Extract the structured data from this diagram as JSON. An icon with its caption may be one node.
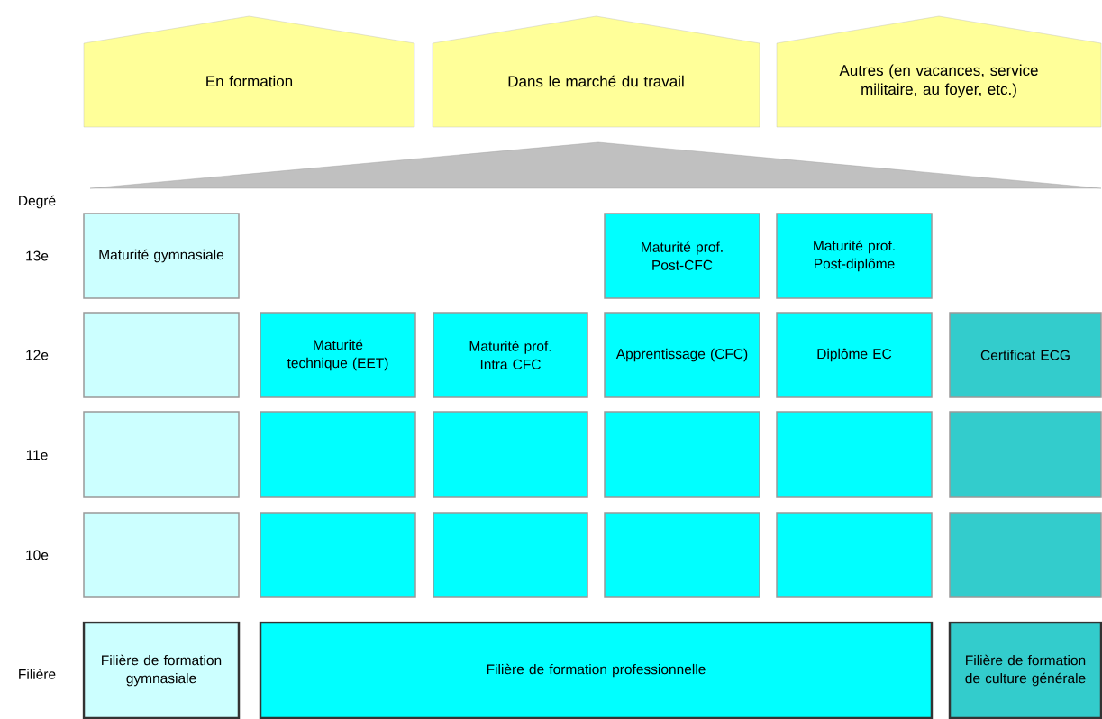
{
  "diagram": {
    "nodes": [
      {
        "text": [
          "En formation"
        ]
      },
      {
        "text": [
          "Dans le marché du travail"
        ]
      },
      {
        "text": [
          "Autres (en vacances, service militaire, au foyer, etc.)"
        ]
      },
      {
        "text": [
          "Maturité gymnasiale"
        ]
      },
      {
        "text": [
          "Maturité prof. Post-CFC"
        ]
      },
      {
        "text": [
          "Maturité prof. Post-diplôme"
        ]
      },
      {
        "text": [],
        "shape": "box"
      },
      {
        "text": [
          "Maturité technique (EET)"
        ]
      },
      {
        "text": [
          "Maturité prof. Intra CFC"
        ]
      },
      {
        "text": [
          "Apprentissage (CFC)"
        ]
      },
      {
        "text": [
          "Diplôme EC"
        ]
      },
      {
        "text": [
          "Certificat ECG"
        ]
      },
      {
        "text": [],
        "shape": "box"
      },
      {
        "text": [],
        "shape": "box"
      },
      {
        "text": [],
        "shape": "box"
      },
      {
        "text": [],
        "shape": "box"
      },
      {
        "text": [],
        "shape": "box"
      },
      {
        "text": [],
        "shape": "box"
      },
      {
        "text": [],
        "shape": "box"
      },
      {
        "text": [],
        "shape": "box"
      },
      {
        "text": [],
        "shape": "box"
      },
      {
        "text": [],
        "shape": "box"
      },
      {
        "text": [],
        "shape": "box"
      },
      {
        "text": [],
        "shape": "box"
      },
      {
        "text": [
          "Filière de formation gymnasiale"
        ]
      },
      {
        "text": [
          "Filière de formation professionnelle"
        ]
      },
      {
        "text": [
          "Filière de formation de culture générale"
        ]
      }
    ],
    "labels": [
      "Degré",
      "13e",
      "12e",
      "11e",
      "10e",
      "Filière"
    ]
  }
}
